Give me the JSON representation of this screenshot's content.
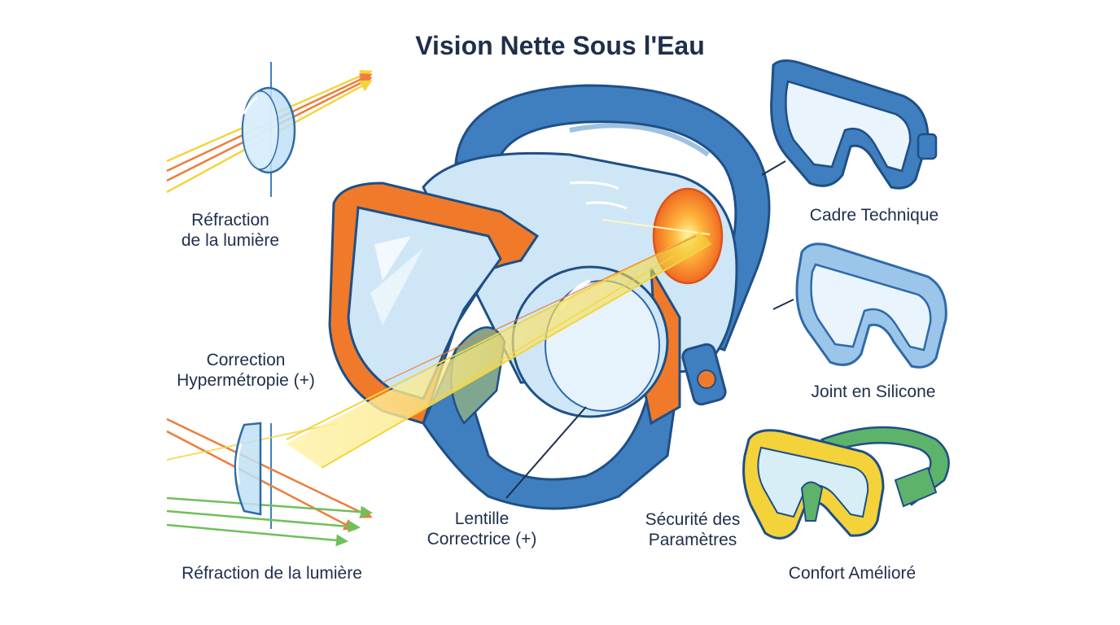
{
  "title": "Vision Nette Sous l'Eau",
  "labels": {
    "refraction_top": [
      "Réfraction",
      "de la lumière"
    ],
    "correction": [
      "Correction",
      "Hypermétropie (+)"
    ],
    "refraction_bottom": "Réfraction de la lumière",
    "lentille": [
      "Lentille",
      "Correctrice (+)"
    ],
    "securite": [
      "Sécurité des",
      "Paramètres"
    ],
    "cadre": "Cadre Technique",
    "joint": "Joint en Silicone",
    "confort": "Confort Amélioré"
  },
  "colors": {
    "mask_blue": "#3f7fbf",
    "mask_dark": "#1f4f86",
    "frame_orange": "#f07a2a",
    "glass": "#cfe6f7",
    "ray_yellow": "#f2d53c",
    "ray_orange": "#ee7d3b",
    "ray_green": "#6fbf5a",
    "comfort_yellow": "#f3d23a",
    "comfort_green": "#5db36a",
    "text": "#1f2f4a"
  },
  "icons": [
    "convex-lens-icon",
    "plano-convex-lens-icon",
    "technical-frame-mask-icon",
    "silicone-seal-mask-icon",
    "comfort-mask-icon"
  ]
}
